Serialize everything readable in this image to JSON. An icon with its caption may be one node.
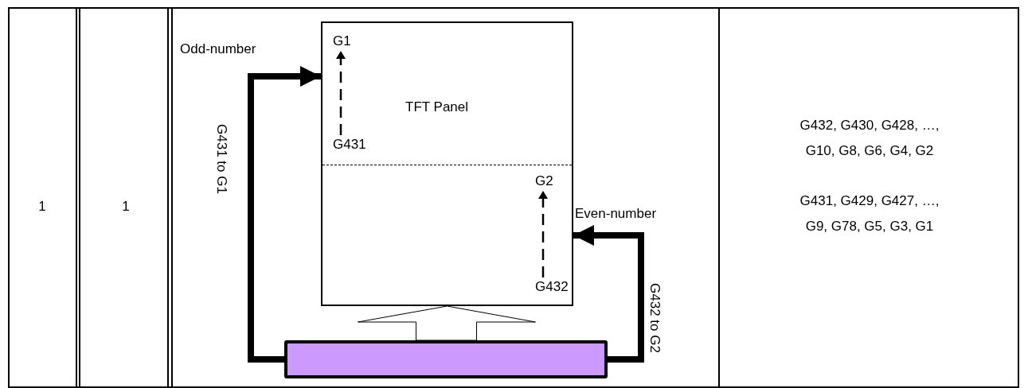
{
  "diagram": {
    "nodes": [
      {
        "text": [
          "TFT Panel"
        ]
      },
      {
        "text": [
          "G1"
        ],
        "in": 0
      },
      {
        "text": [
          "G431"
        ],
        "in": 0
      },
      {
        "text": [
          "G2"
        ],
        "in": 0
      },
      {
        "text": [
          "G432"
        ],
        "in": 0
      },
      {
        "text": [],
        "shape": "bar"
      }
    ],
    "edges": [
      {
        "from": 2,
        "to": 1,
        "arrow": "to",
        "style": "dashed"
      },
      {
        "from": 4,
        "to": 3,
        "arrow": "to",
        "style": "dashed"
      },
      {
        "from": 5,
        "to": 0,
        "arrow": "to",
        "style": "thick",
        "label": "G431 to G1"
      },
      {
        "from": 5,
        "to": 0,
        "arrow": "to",
        "style": "thick",
        "label": "G432 to G2"
      },
      {
        "from": 5,
        "to": 0,
        "arrow": "to"
      }
    ],
    "labels": [
      "1",
      "1",
      "Odd-number",
      "Even-number",
      "G432, G430, G428, …, G10, G8, G6, G4, G2",
      "G431, G429, G427, …, G9, G78, G5, G3, G1"
    ]
  }
}
